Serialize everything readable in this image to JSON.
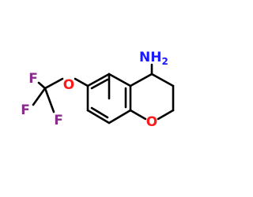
{
  "molecule": {
    "atoms": {
      "nitrogen": {
        "element": "N",
        "hydrogens": "H",
        "hydrogen_count": "2",
        "color": "#1a1aff"
      },
      "ring_oxygen": {
        "element": "O",
        "color": "#ff1a1a"
      },
      "ether_oxygen": {
        "element": "O",
        "color": "#ff1a1a"
      },
      "fluorine_top": {
        "element": "F",
        "color": "#8b2b8b"
      },
      "fluorine_left": {
        "element": "F",
        "color": "#8b2b8b"
      },
      "fluorine_bottom": {
        "element": "F",
        "color": "#8b2b8b"
      }
    },
    "bond_color": "#000000"
  }
}
